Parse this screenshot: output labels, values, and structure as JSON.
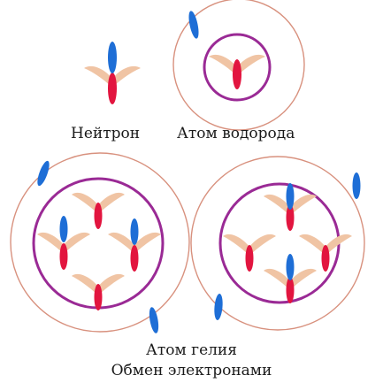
{
  "captions": {
    "neutron": "Нейтрон",
    "hydrogen": "Атом водорода",
    "helium": "Атом гелия",
    "exchange": "Обмен электронами"
  },
  "colors": {
    "wing": "#f0c4a4",
    "positive_core": "#e2153f",
    "electron": "#1e6ed6",
    "nucleus_ring": "#9a2a95",
    "orbit": "#d8917e"
  }
}
